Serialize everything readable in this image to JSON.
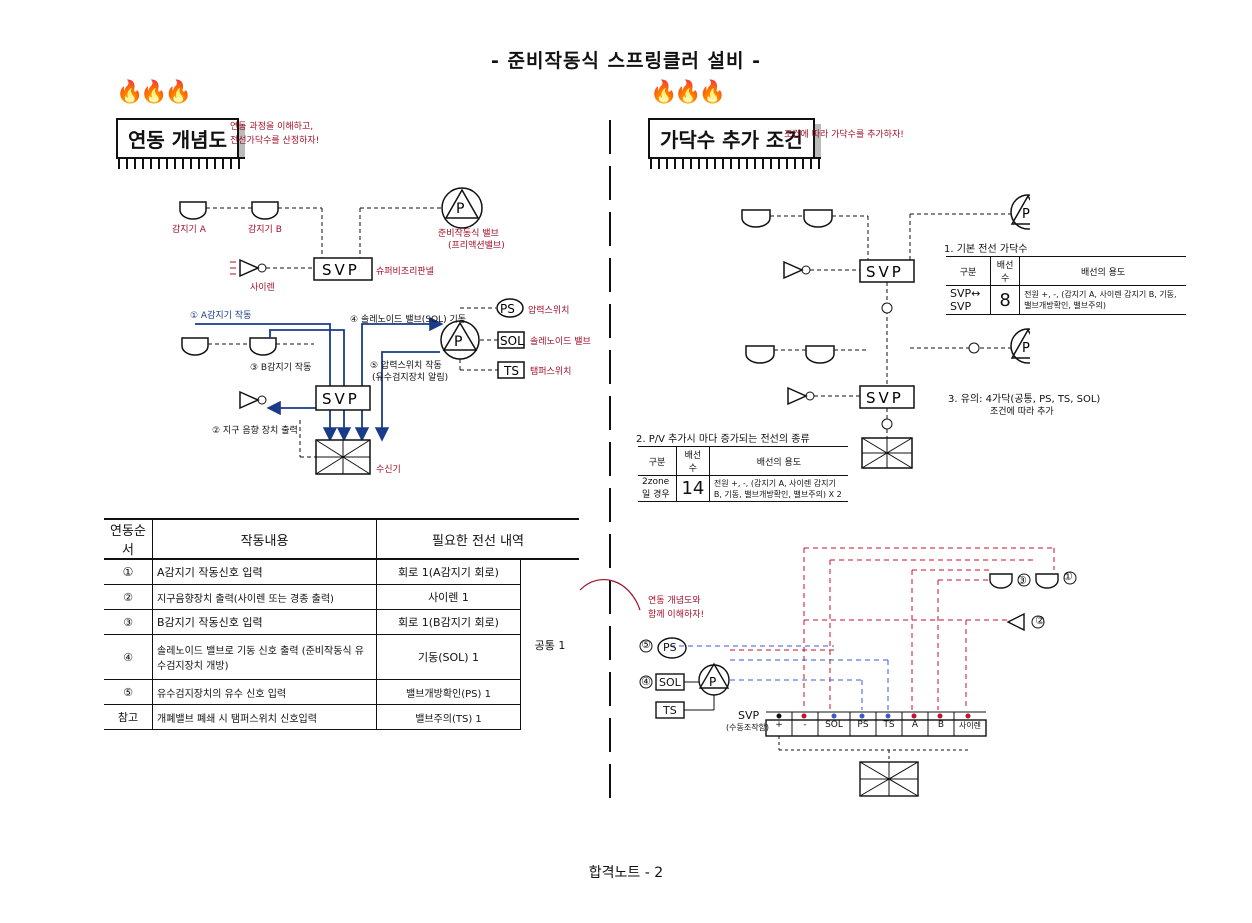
{
  "title": "- 준비작동식 스프링클러 설비 -",
  "footer": "합격노트 - 2",
  "left": {
    "heading": "연동 개념도",
    "heading_note": [
      "연동 과정을 이해하고,",
      "전선가닥수를 산정하자!"
    ],
    "labels": {
      "detector_a": "감지기 A",
      "detector_b": "감지기 B",
      "pump_label": "준비작동식 밸브",
      "pump_sub": "(프리액션밸브)",
      "svp": "SVP",
      "svp_note": "슈퍼비조리판넬",
      "siren": "사이렌",
      "step1": "① A감지기 작동",
      "step2": "② 지구 음향 장치 출력",
      "step3": "③ B감지기 작동",
      "step4": "④ 솔레노이드 밸브(SOL) 기동",
      "step5": "⑤ 압력스위치 작동",
      "step5_sub": "(유수검지장치 알림)",
      "ps": "PS",
      "ps_note": "압력스위치",
      "sol": "SOL",
      "sol_note": "솔레노이드 밸브",
      "ts": "TS",
      "ts_note": "탬퍼스위치",
      "receiver": "수신기",
      "valve_p": "P"
    },
    "table": {
      "headers": [
        "연동순서",
        "작동내용",
        "필요한 전선 내역"
      ],
      "rows": [
        {
          "n": "①",
          "action": "A감지기 작동신호 입력",
          "wire": "회로 1(A감지기 회로)"
        },
        {
          "n": "②",
          "action": "지구음향장치 출력(사이렌 또는 경종 출력)",
          "wire": "사이렌 1"
        },
        {
          "n": "③",
          "action": "B감지기 작동신호 입력",
          "wire": "회로 1(B감지기 회로)"
        },
        {
          "n": "④",
          "action": "솔레노이드 밸브로 기동 신호 출력 (준비작동식 유수검지장치 개방)",
          "wire": "기동(SOL) 1"
        },
        {
          "n": "⑤",
          "action": "유수검지장치의 유수 신호 입력",
          "wire": "밸브개방확인(PS) 1"
        },
        {
          "n": "참고",
          "action": "개폐밸브 폐쇄 시 탬퍼스위치 신호입력",
          "wire": "밸브주의(TS) 1"
        }
      ],
      "common": "공통 1"
    }
  },
  "right": {
    "heading": "가닥수 추가 조건",
    "heading_note": "조건에 따라 가닥수를 추가하자!",
    "svp": "SVP",
    "p": "P",
    "item1_title": "1. 기본 전선 가닥수",
    "item1_table": {
      "headers": [
        "구분",
        "배선수",
        "배선의 용도"
      ],
      "row": {
        "k": "SVP↔ SVP",
        "n": "8",
        "use": "전원 +, -, (감지기 A, 사이렌 감지기 B, 기동, 밸브개방확인, 밸브주의)"
      }
    },
    "item2_title": "2. P/V 추가시 마다 증가되는 전선의 종류",
    "item2_table": {
      "headers": [
        "구분",
        "배선수",
        "배선의 용도"
      ],
      "row": {
        "k": "2zone 일 경우",
        "n": "14",
        "use": "전원 +, -, (감지기 A, 사이렌 감지기 B, 기동, 밸브개방확인, 밸브주의) X 2"
      }
    },
    "item3": "3. 유의: 4가닥(공통, PS, TS, SOL)",
    "item3_sub": "조건에 따라 추가",
    "wiring_note": [
      "연동 개념도와",
      "함께 이해하자!"
    ],
    "terminals": [
      "+",
      "-",
      "SOL",
      "PS",
      "TS",
      "A",
      "B",
      "사이렌"
    ],
    "svp_caption": "SVP",
    "svp_caption2": "(수동조작함)",
    "ps": "PS",
    "sol": "SOL",
    "ts": "TS",
    "num5": "⑤",
    "num4": "④",
    "num1": "①",
    "num2": "②",
    "num3": "③"
  }
}
